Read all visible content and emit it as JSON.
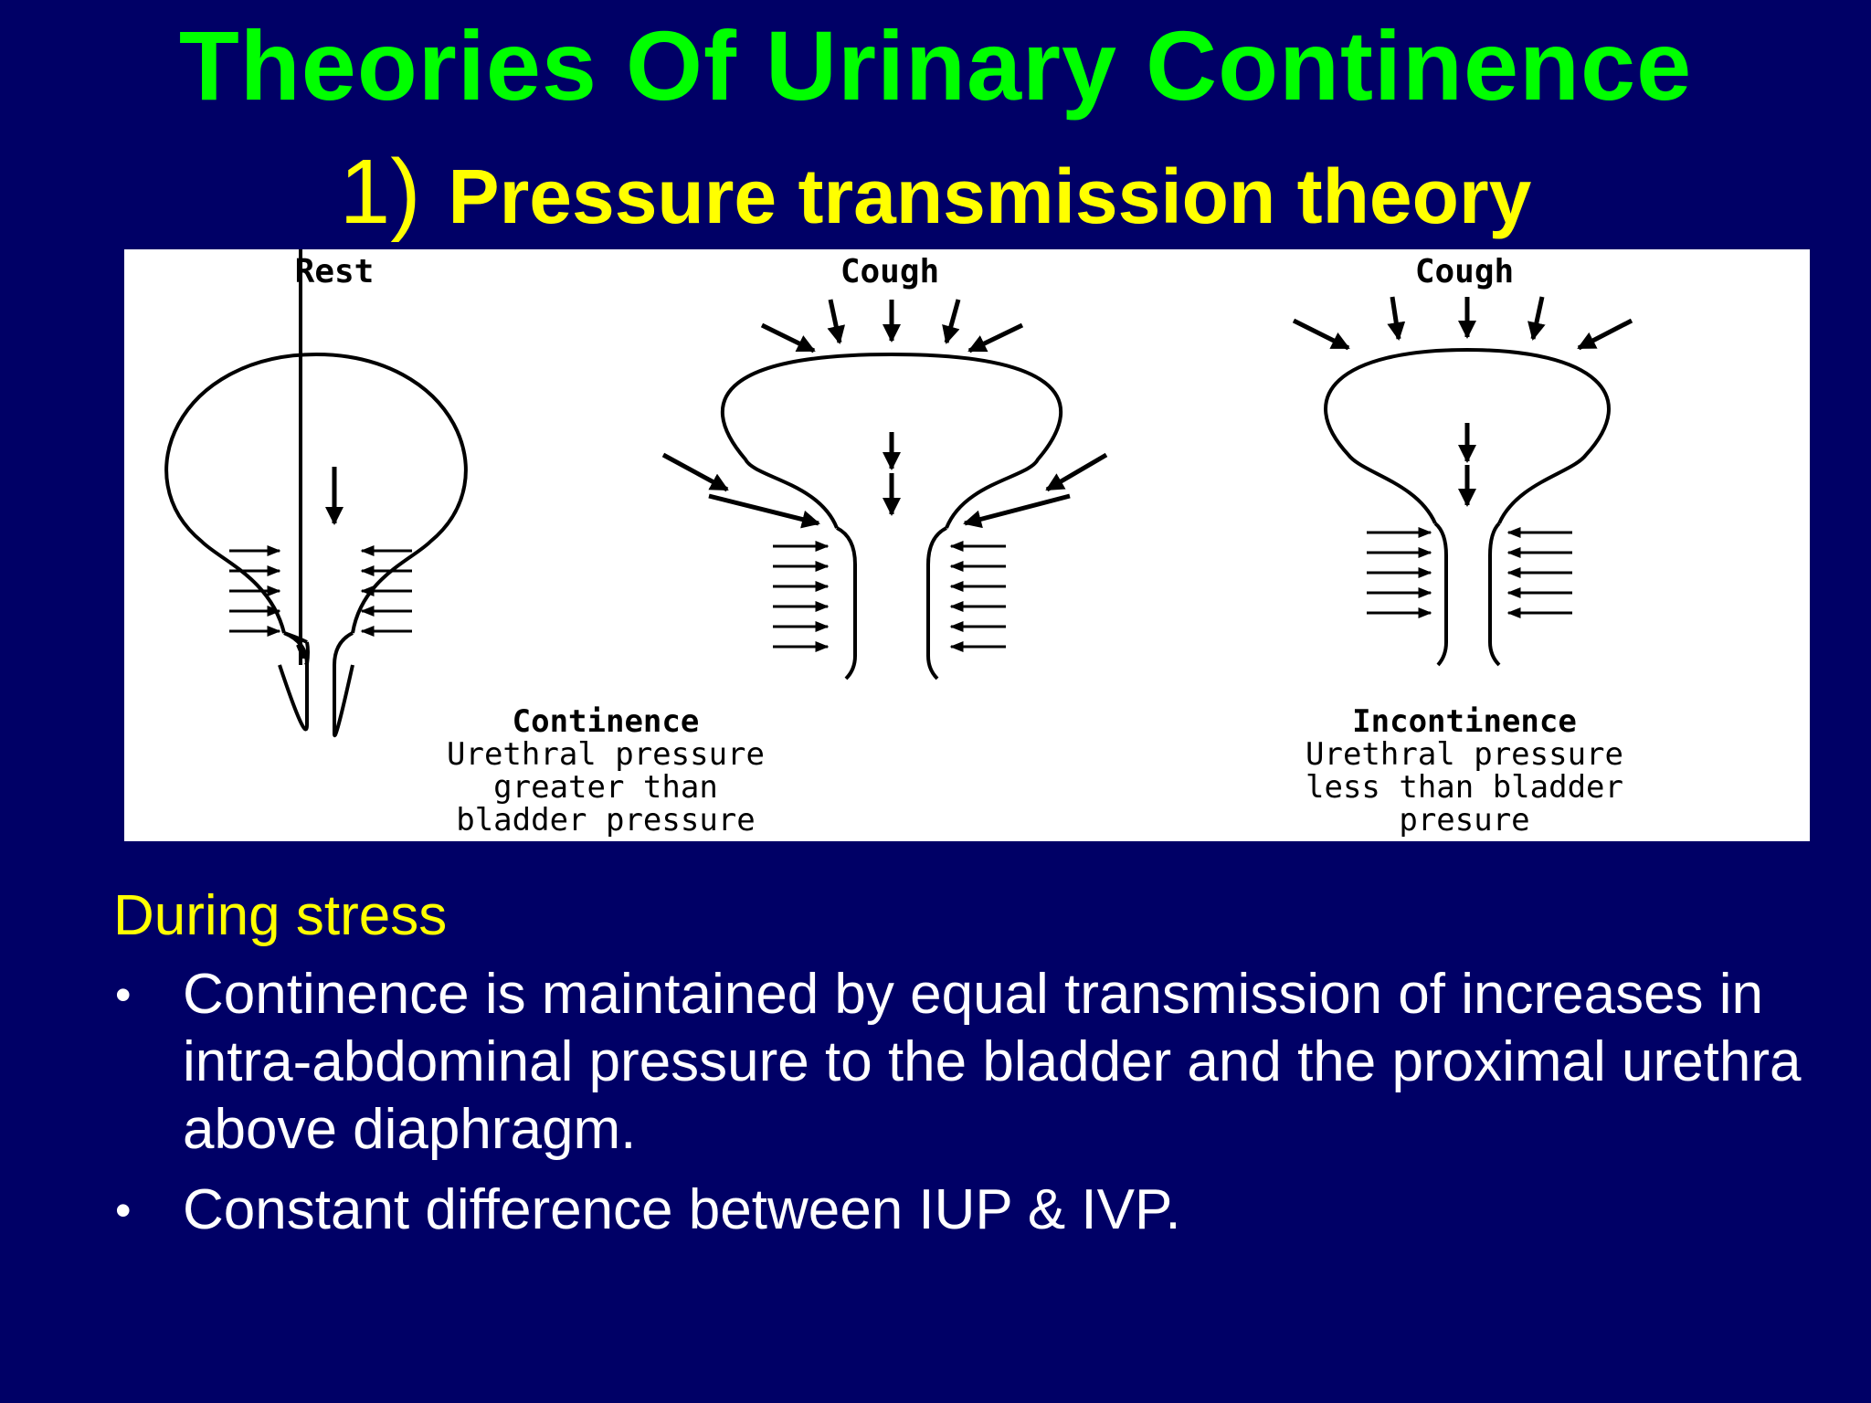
{
  "title": "Theories  Of  Urinary Continence",
  "subtitle": {
    "number": "1)",
    "text": "Pressure transmission theory"
  },
  "figure": {
    "panels": [
      {
        "header": "Rest"
      },
      {
        "header": "Cough"
      },
      {
        "header": "Cough"
      }
    ],
    "captions": [
      {
        "heading": "Continence",
        "lines": [
          "Urethral pressure",
          "greater than",
          "bladder pressure"
        ]
      },
      {
        "heading": "Incontinence",
        "lines": [
          "Urethral pressure",
          "less than bladder",
          "presure"
        ]
      }
    ]
  },
  "during_label": "During stress",
  "bullets": [
    {
      "marker": "•",
      "text": "Continence is maintained by equal transmission of increases in intra-abdominal pressure to the bladder and the proximal urethra above diaphragm."
    },
    {
      "marker": "•",
      "text": "Constant difference between IUP & IVP."
    }
  ],
  "colors": {
    "background": "#000066",
    "title": "#00FF00",
    "subtitle": "#FFFF00",
    "body_text": "#FFFFFF"
  }
}
